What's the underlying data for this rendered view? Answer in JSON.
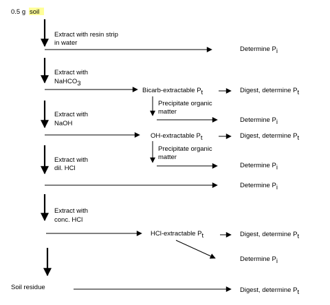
{
  "start": {
    "amount": "0.5 g",
    "material": "soil",
    "highlight_color": "#ffff99"
  },
  "steps": {
    "resin": {
      "line1": "Extract with resin strip",
      "line2": "in water"
    },
    "nahco3": {
      "line1": "Extract with",
      "line2_main": "NaHCO",
      "line2_sub": "3"
    },
    "naoh": {
      "line1": "Extract with",
      "line2": "NaOH"
    },
    "dil_hcl": {
      "line1": "Extract with",
      "line2": "dil. HCl"
    },
    "conc_hcl": {
      "line1": "Extract with",
      "line2": "conc. HCl"
    }
  },
  "fractions": {
    "bicarb": {
      "main": "Bicarb-extractable P",
      "sub": "t"
    },
    "oh": {
      "main": "OH-extractable P",
      "sub": "t"
    },
    "hcl": {
      "main": "HCl-extractable P",
      "sub": "t"
    },
    "residue": "Soil residue"
  },
  "precipitate": {
    "line1": "Precipitate organic",
    "line2": "matter"
  },
  "outcomes": {
    "determine": {
      "main": "Determine P",
      "sub": "i"
    },
    "digest": {
      "main": "Digest, determine P",
      "sub": "t"
    },
    "digest_oh": {
      "main": "Digest, determine  P",
      "sub": "t"
    }
  }
}
